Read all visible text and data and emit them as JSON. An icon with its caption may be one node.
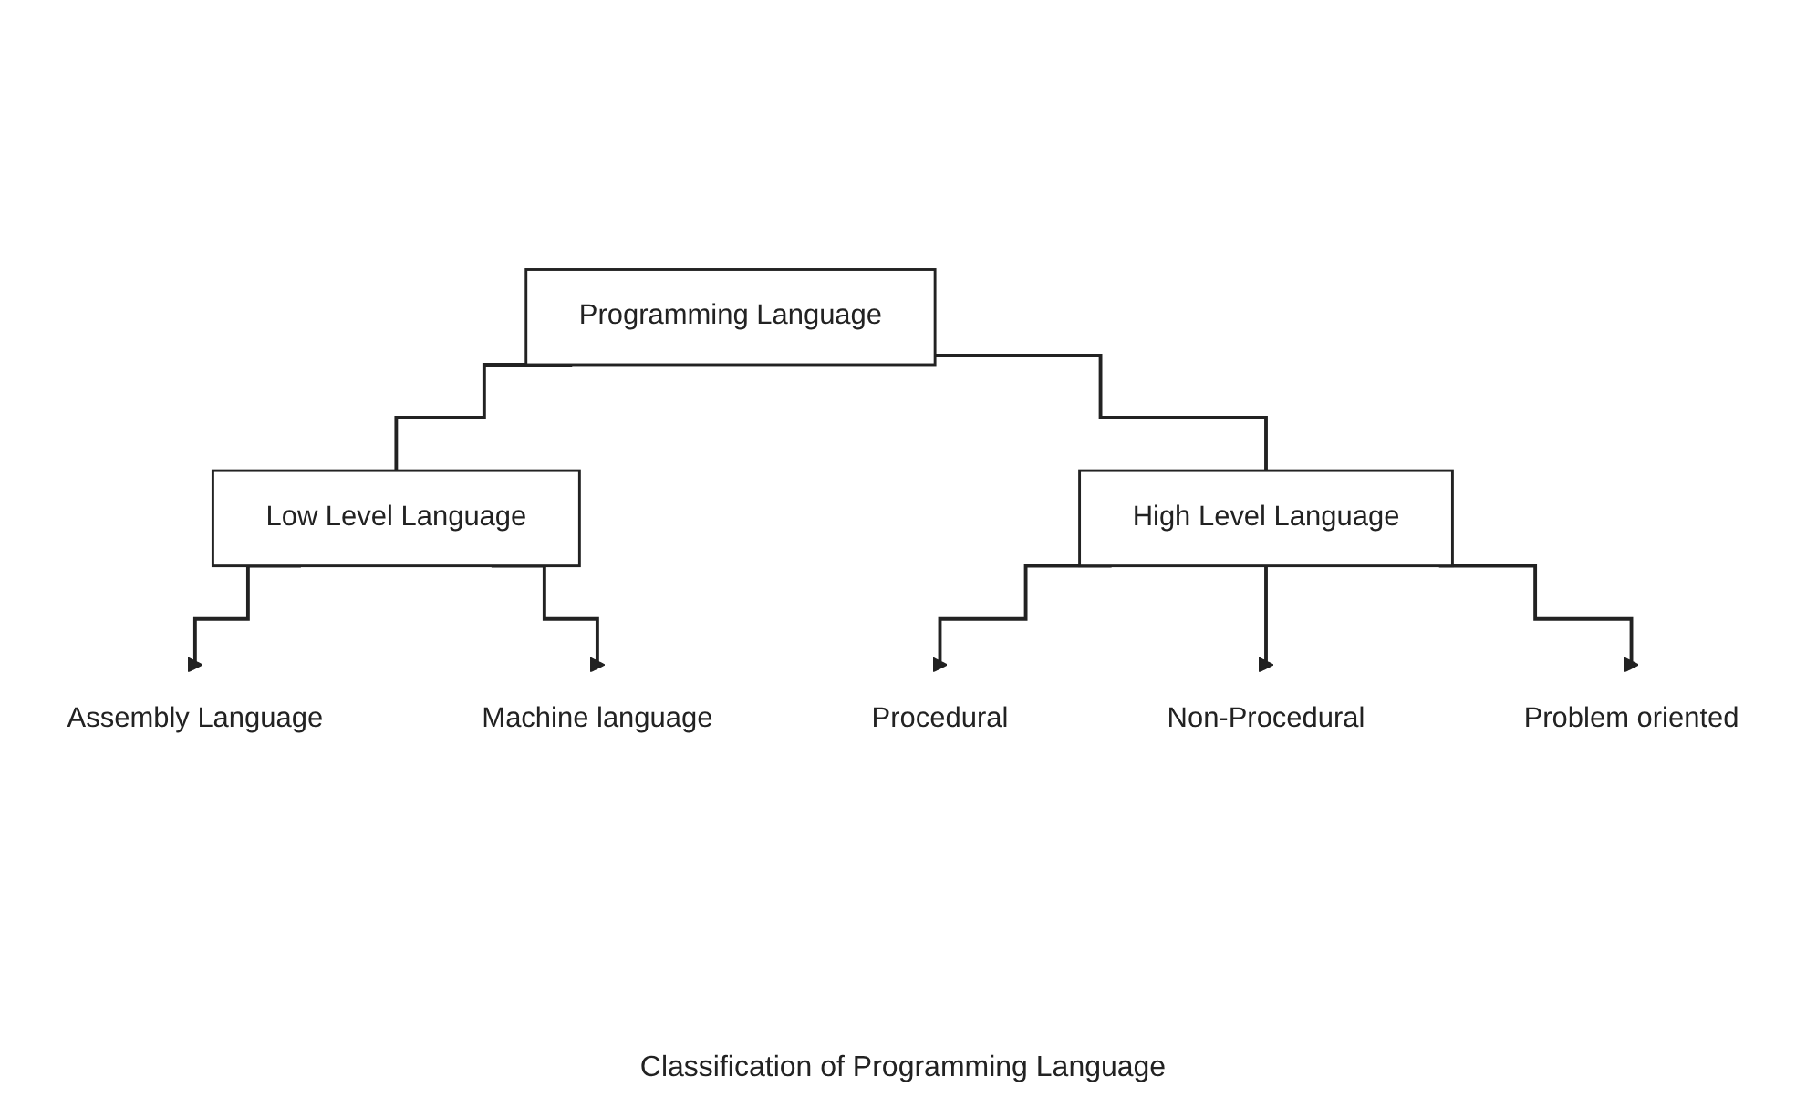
{
  "diagram": {
    "caption": "Classification of Programming Language",
    "nodes": [
      {
        "text": [
          "Programming Language"
        ]
      },
      {
        "text": [
          "Low Level Language"
        ]
      },
      {
        "text": [
          "High Level Language"
        ]
      },
      {
        "text": [
          "Assembly Language"
        ]
      },
      {
        "text": [
          "Machine language"
        ]
      },
      {
        "text": [
          "Procedural"
        ]
      },
      {
        "text": [
          "Non-Procedural"
        ]
      },
      {
        "text": [
          "Problem oriented"
        ]
      }
    ],
    "edges": [
      {
        "from": 0,
        "to": 1,
        "arrow": "none"
      },
      {
        "from": 0,
        "to": 2,
        "arrow": "none"
      },
      {
        "from": 1,
        "to": 3,
        "arrow": "to"
      },
      {
        "from": 1,
        "to": 4,
        "arrow": "to"
      },
      {
        "from": 2,
        "to": 5,
        "arrow": "to"
      },
      {
        "from": 2,
        "to": 6,
        "arrow": "to"
      },
      {
        "from": 2,
        "to": 7,
        "arrow": "to"
      }
    ]
  }
}
